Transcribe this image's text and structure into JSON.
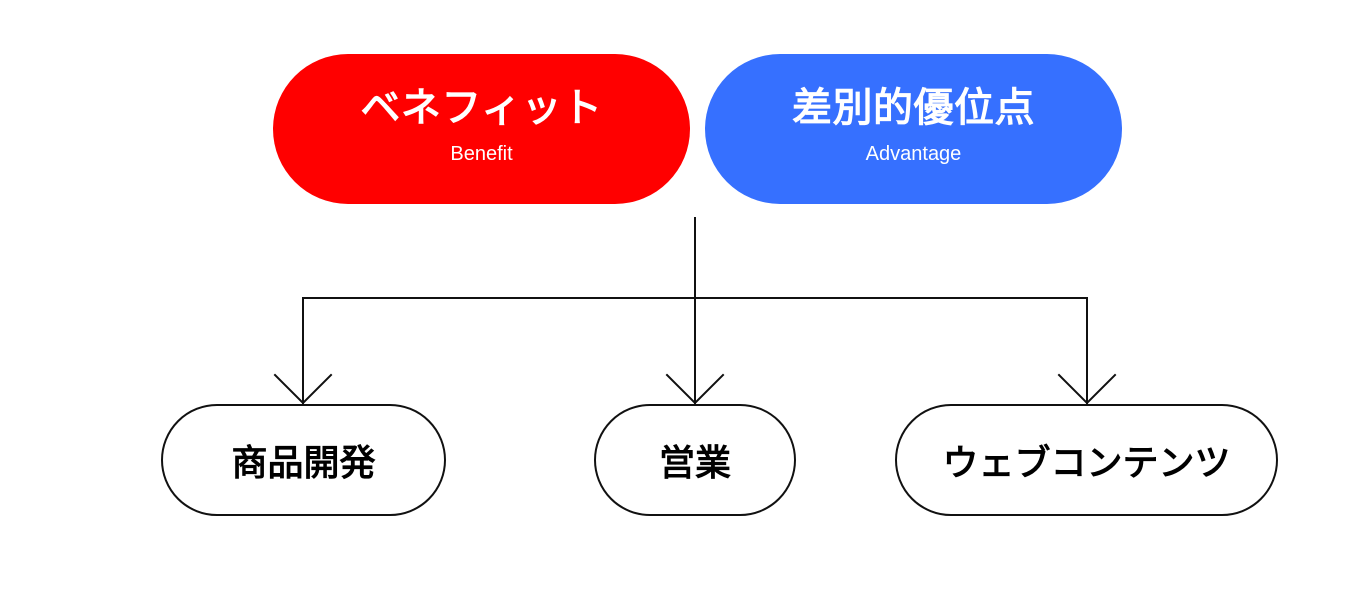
{
  "top_nodes": {
    "benefit": {
      "title": "ベネフィット",
      "subtitle": "Benefit",
      "color": "#ff0000"
    },
    "advantage": {
      "title": "差別的優位点",
      "subtitle": "Advantage",
      "color": "#3670ff"
    }
  },
  "bottom_nodes": [
    {
      "label": "商品開発"
    },
    {
      "label": "営業"
    },
    {
      "label": "ウェブコンテンツ"
    }
  ]
}
